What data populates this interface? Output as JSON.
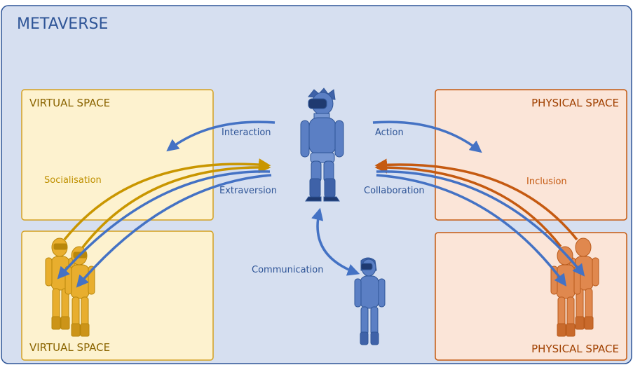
{
  "title": "METAVERSE",
  "spaces": {
    "virtual_top": "VIRTUAL SPACE",
    "virtual_bottom": "VIRTUAL SPACE",
    "physical_top": "PHYSICAL SPACE",
    "physical_bottom": "PHYSICAL SPACE"
  },
  "arrows": {
    "interaction": "Interaction",
    "action": "Action",
    "socialisation": "Socialisation",
    "extraversion": "Extraversion",
    "collaboration": "Collaboration",
    "inclusion": "Inclusion",
    "communication": "Communication"
  },
  "colors": {
    "background": "#d6dff0",
    "frame": "#2f5597",
    "virtual_fill": "#fdf2cf",
    "virtual_border": "#d4a020",
    "physical_fill": "#fbe5d8",
    "physical_border": "#c55a11",
    "blue_arrow": "#4472c4",
    "gold_arrow": "#c99600",
    "orange_arrow": "#c55a11",
    "blue_text": "#2f5597",
    "gold_text": "#bf9000",
    "orange_text": "#c55a11"
  }
}
